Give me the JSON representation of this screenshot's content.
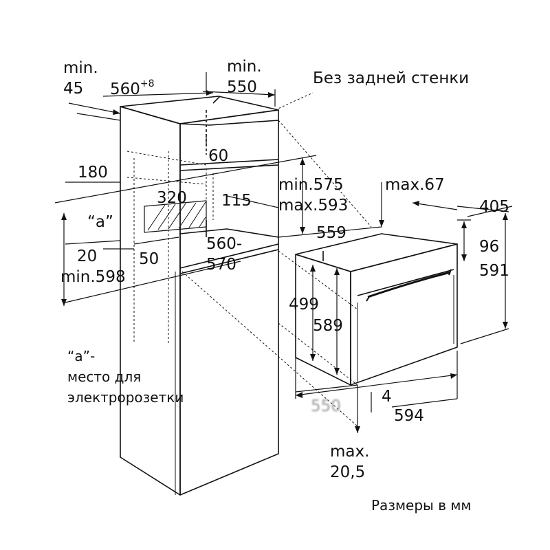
{
  "labels": {
    "min45_a": "min.",
    "min45_b": "45",
    "w560": "560",
    "w560_sup": "+8",
    "min550_a": "min.",
    "min550_b": "550",
    "no_back_wall": "Без задней стенки",
    "d60": "60",
    "d180": "180",
    "d320": "320",
    "d115": "115",
    "a_mark": "“a”",
    "d20": "20",
    "d50": "50",
    "d560_570_a": "560-",
    "d560_570_b": "570",
    "min598": "min.598",
    "min575": "min.575",
    "max593": "max.593",
    "max67": "max.67",
    "d405": "405",
    "d559": "559",
    "d96": "96",
    "d591": "591",
    "d499": "499",
    "d589": "589",
    "d550_blur": "550",
    "d4": "4",
    "d594": "594",
    "max20_a": "max.",
    "max20_b": "20,5",
    "legend_a": "“a”-",
    "legend_line1": "место для",
    "legend_line2": "электророзетки",
    "units": "Размеры в мм"
  }
}
